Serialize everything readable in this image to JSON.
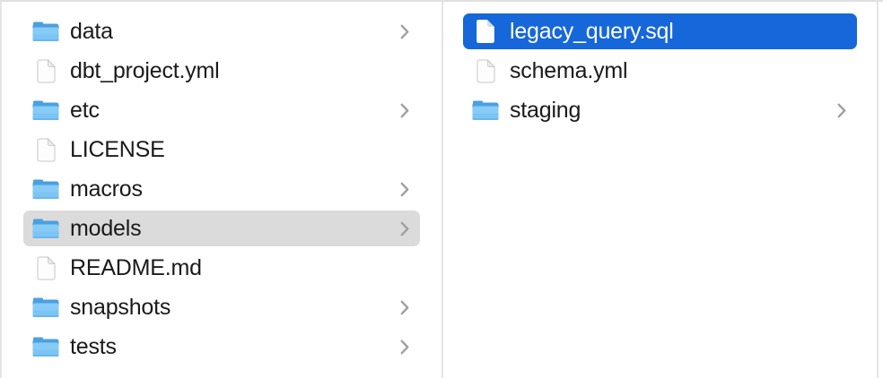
{
  "app": {
    "description": "macOS Finder column view file browser",
    "colors": {
      "selection_active_blue": "#1667d9",
      "selection_inactive_gray": "#dbdbdb",
      "text": "#1a1a1a",
      "selected_text": "#ffffff",
      "divider": "#e5e5e5",
      "chevron": "#a0a0a0",
      "folder_icon_blue_dark": "#4aa0e0",
      "folder_icon_blue_light": "#7cc4f4"
    }
  },
  "columns": [
    {
      "name": "left-column",
      "items": [
        {
          "name": "data",
          "type": "folder",
          "chevron": true,
          "selected": false
        },
        {
          "name": "dbt_project.yml",
          "type": "file",
          "chevron": false,
          "selected": false
        },
        {
          "name": "etc",
          "type": "folder",
          "chevron": true,
          "selected": false
        },
        {
          "name": "LICENSE",
          "type": "file",
          "chevron": false,
          "selected": false
        },
        {
          "name": "macros",
          "type": "folder",
          "chevron": true,
          "selected": false
        },
        {
          "name": "models",
          "type": "folder",
          "chevron": true,
          "selected": true,
          "selection_style": "inactive-gray"
        },
        {
          "name": "README.md",
          "type": "file",
          "chevron": false,
          "selected": false
        },
        {
          "name": "snapshots",
          "type": "folder",
          "chevron": true,
          "selected": false
        },
        {
          "name": "tests",
          "type": "folder",
          "chevron": true,
          "selected": false
        }
      ]
    },
    {
      "name": "right-column",
      "items": [
        {
          "name": "legacy_query.sql",
          "type": "file",
          "chevron": false,
          "selected": true,
          "selection_style": "active-blue"
        },
        {
          "name": "schema.yml",
          "type": "file",
          "chevron": false,
          "selected": false
        },
        {
          "name": "staging",
          "type": "folder",
          "chevron": true,
          "selected": false
        }
      ]
    }
  ]
}
